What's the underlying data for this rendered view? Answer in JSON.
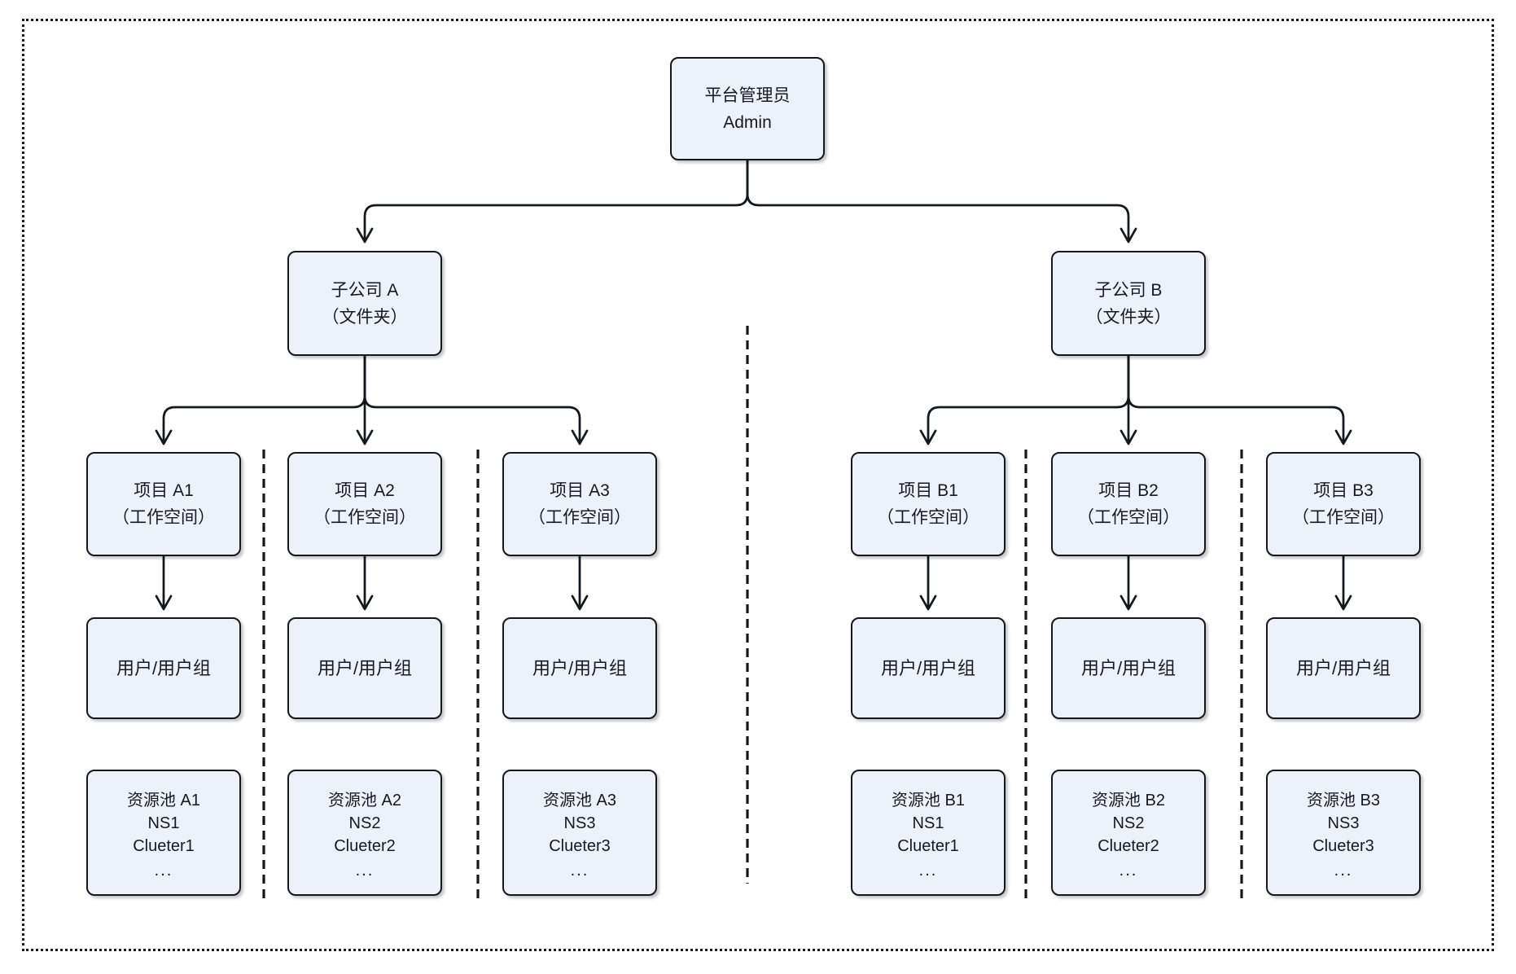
{
  "colors": {
    "box_fill": "#edf1fa",
    "box_border": "#15171f",
    "connector_line": "#15171f",
    "outer_border": "#1a1a1a",
    "background": "#ffffff"
  },
  "root": {
    "line1": "平台管理员",
    "line2": "Admin"
  },
  "groups": [
    {
      "folder": {
        "line1": "子公司 A",
        "line2": "（文件夹）"
      },
      "columns": [
        {
          "project": {
            "line1": "项目 A1",
            "line2": "（工作空间）"
          },
          "users": "用户/用户组",
          "pool": {
            "line1": "资源池 A1",
            "line2": "NS1",
            "line3": "Clueter1",
            "line4": "..."
          }
        },
        {
          "project": {
            "line1": "项目 A2",
            "line2": "（工作空间）"
          },
          "users": "用户/用户组",
          "pool": {
            "line1": "资源池 A2",
            "line2": "NS2",
            "line3": "Clueter2",
            "line4": "..."
          }
        },
        {
          "project": {
            "line1": "项目 A3",
            "line2": "（工作空间）"
          },
          "users": "用户/用户组",
          "pool": {
            "line1": "资源池 A3",
            "line2": "NS3",
            "line3": "Clueter3",
            "line4": "..."
          }
        }
      ]
    },
    {
      "folder": {
        "line1": "子公司 B",
        "line2": "（文件夹）"
      },
      "columns": [
        {
          "project": {
            "line1": "项目 B1",
            "line2": "（工作空间）"
          },
          "users": "用户/用户组",
          "pool": {
            "line1": "资源池 B1",
            "line2": "NS1",
            "line3": "Clueter1",
            "line4": "..."
          }
        },
        {
          "project": {
            "line1": "项目 B2",
            "line2": "（工作空间）"
          },
          "users": "用户/用户组",
          "pool": {
            "line1": "资源池 B2",
            "line2": "NS2",
            "line3": "Clueter2",
            "line4": "..."
          }
        },
        {
          "project": {
            "line1": "项目 B3",
            "line2": "（工作空间）"
          },
          "users": "用户/用户组",
          "pool": {
            "line1": "资源池 B3",
            "line2": "NS3",
            "line3": "Clueter3",
            "line4": "..."
          }
        }
      ]
    }
  ]
}
